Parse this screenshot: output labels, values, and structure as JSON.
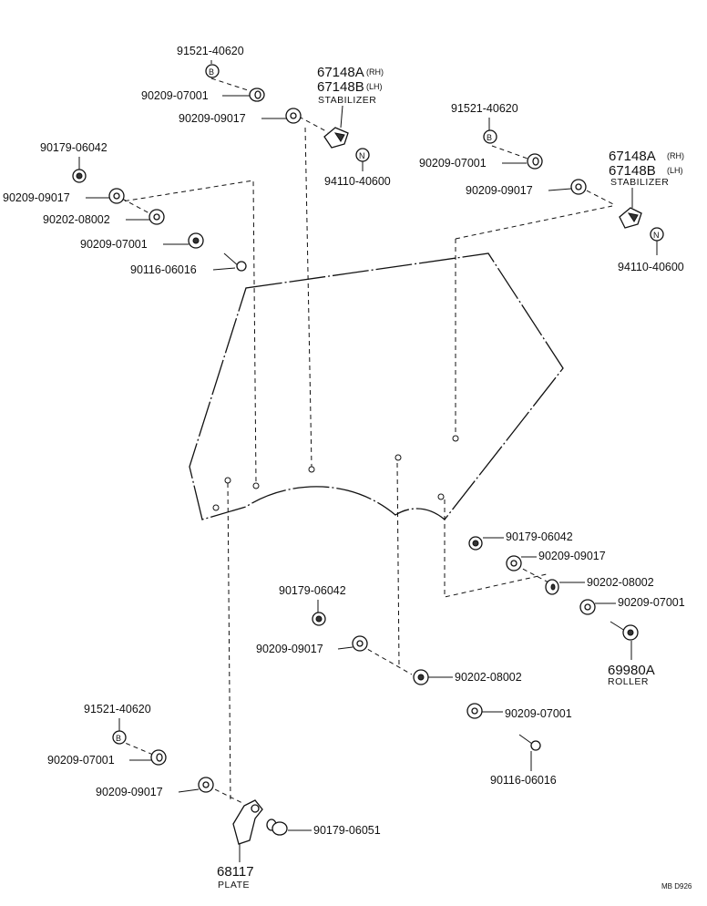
{
  "parts": {
    "top_left_cluster": {
      "p91521_a": "91521-40620",
      "p90209_07001_a": "90209-07001",
      "p90209_09017_a": "90209-09017",
      "p90179_06042_a": "90179-06042",
      "p90209_09017_b": "90209-09017",
      "p90202_08002_a": "90202-08002",
      "p90209_07001_b": "90209-07001",
      "p90116_06016_a": "90116-06016"
    },
    "stabilizer_left": {
      "code_a": "67148A",
      "side_a": "(RH)",
      "code_b": "67148B",
      "side_b": "(LH)",
      "name": "STABILIZER",
      "nut": "94110-40600"
    },
    "top_right_cluster": {
      "p91521_b": "91521-40620",
      "p90209_07001_c": "90209-07001",
      "p90209_09017_c": "90209-09017"
    },
    "stabilizer_right": {
      "code_a": "67148A",
      "side_a": "(RH)",
      "code_b": "67148B",
      "side_b": "(LH)",
      "name": "STABILIZER",
      "nut": "94110-40600"
    },
    "mid_right_cluster": {
      "p90179_06042_b": "90179-06042",
      "p90209_09017_d": "90209-09017",
      "p90202_08002_b": "90202-08002",
      "p90209_07001_d": "90209-07001",
      "roller_code": "69980A",
      "roller_name": "ROLLER"
    },
    "mid_center_cluster": {
      "p90179_06042_c": "90179-06042",
      "p90209_09017_e": "90209-09017",
      "p90202_08002_c": "90202-08002"
    },
    "low_right_cluster": {
      "p90209_07001_e": "90209-07001",
      "p90116_06016_b": "90116-06016"
    },
    "bottom_left_cluster": {
      "p91521_c": "91521-40620",
      "p90209_07001_f": "90209-07001",
      "p90209_09017_f": "90209-09017",
      "p90179_06051": "90179-06051",
      "plate_code": "68117",
      "plate_name": "PLATE"
    },
    "badges": {
      "b": "B",
      "n": "N"
    }
  },
  "figure_code": "MB  D926"
}
